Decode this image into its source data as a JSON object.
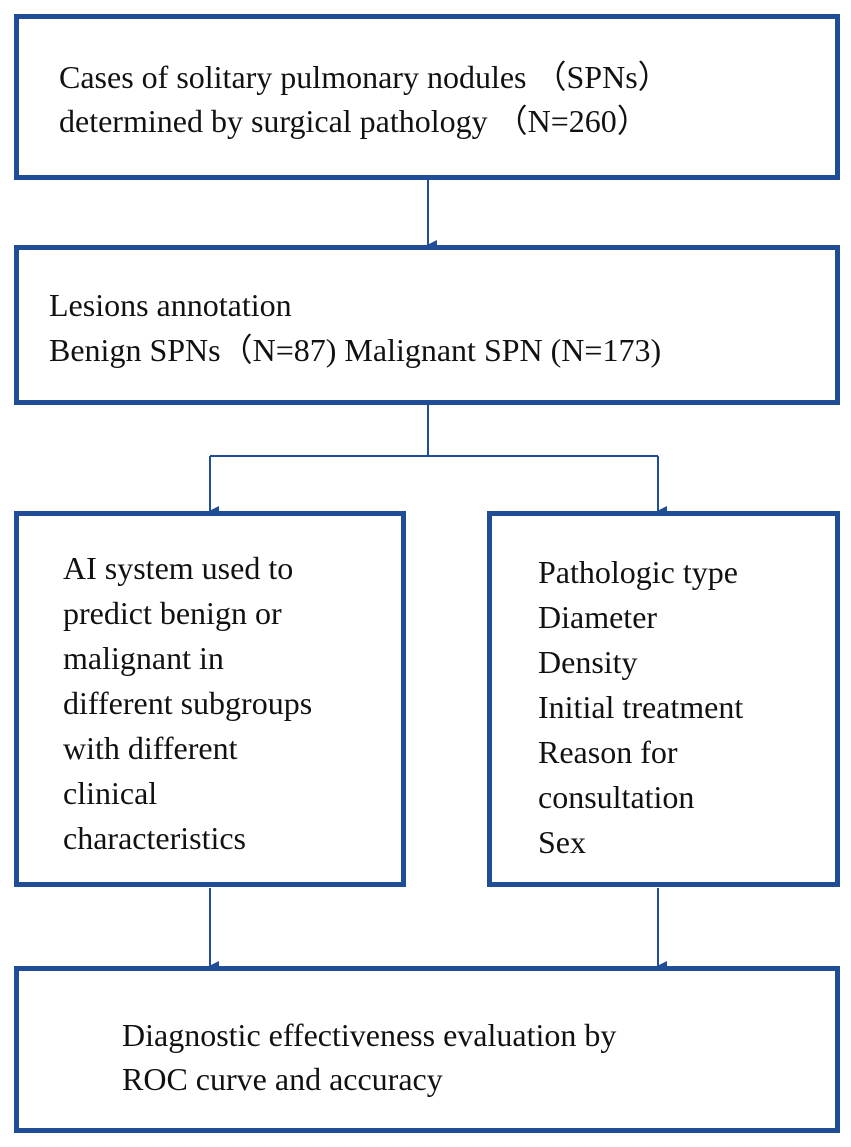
{
  "colors": {
    "border": "#1f4e96",
    "text": "#111111",
    "background": "#ffffff"
  },
  "box1": {
    "lines": [
      "Cases of solitary pulmonary nodules （SPNs）",
      "determined by surgical pathology （N=260）"
    ]
  },
  "box2": {
    "lines": [
      "Lesions annotation",
      "Benign SPNs（N=87)  Malignant  SPN (N=173)"
    ]
  },
  "box3": {
    "lines": [
      "AI system used to",
      "predict benign or",
      "malignant in",
      "different subgroups",
      "with different",
      "clinical",
      "characteristics"
    ]
  },
  "box4": {
    "lines": [
      "Pathologic type",
      "Diameter",
      "Density",
      "Initial treatment",
      "Reason for",
      "consultation",
      "Sex"
    ]
  },
  "box5": {
    "lines": [
      "Diagnostic effectiveness evaluation by",
      "ROC curve and accuracy"
    ]
  }
}
